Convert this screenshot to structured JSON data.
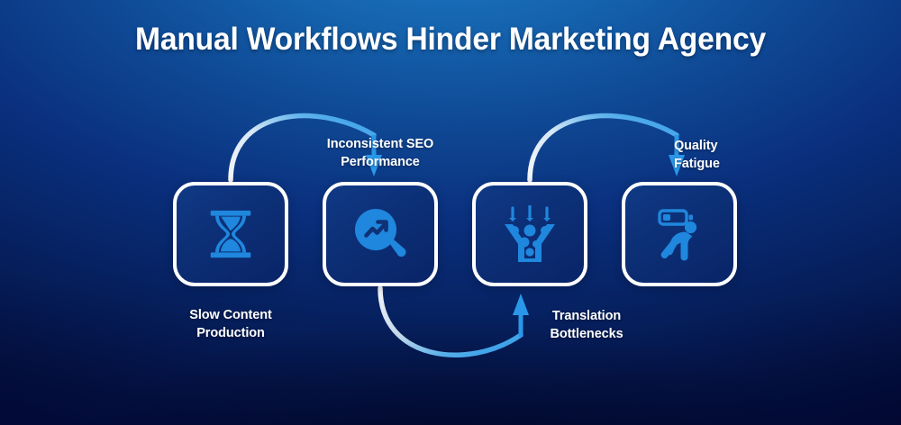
{
  "title": "Manual Workflows Hinder Marketing Agency",
  "theme": {
    "background_top": "#1f7fc6",
    "background_bottom": "#02083a",
    "node_border": "#ffffff",
    "node_fill": "#0c2f76",
    "icon_blue": "#1f87dd",
    "arrow_blue": "#2a97e8",
    "text": "#ffffff"
  },
  "nodes": [
    {
      "id": "slow-content-production",
      "icon": "hourglass-icon",
      "label": "Slow Content\nProduction",
      "label_align": "center"
    },
    {
      "id": "inconsistent-seo-performance",
      "icon": "seo-magnifier-trend-icon",
      "label": "Inconsistent SEO\nPerformance",
      "label_align": "center"
    },
    {
      "id": "translation-bottlenecks",
      "icon": "funnel-bottleneck-icon",
      "label": "Translation\nBottlenecks",
      "label_align": "center"
    },
    {
      "id": "quality-fatigue",
      "icon": "tired-person-low-battery-icon",
      "label": "Quality\nFatigue",
      "label_align": "left"
    }
  ],
  "connectors": [
    {
      "id": "arc-1",
      "from": "slow-content-production",
      "to": "inconsistent-seo-performance",
      "direction": "over-top",
      "arrow": "down"
    },
    {
      "id": "arc-2",
      "from": "inconsistent-seo-performance",
      "to": "translation-bottlenecks",
      "direction": "under-bottom",
      "arrow": "up"
    },
    {
      "id": "arc-3",
      "from": "translation-bottlenecks",
      "to": "quality-fatigue",
      "direction": "over-top",
      "arrow": "down"
    }
  ]
}
